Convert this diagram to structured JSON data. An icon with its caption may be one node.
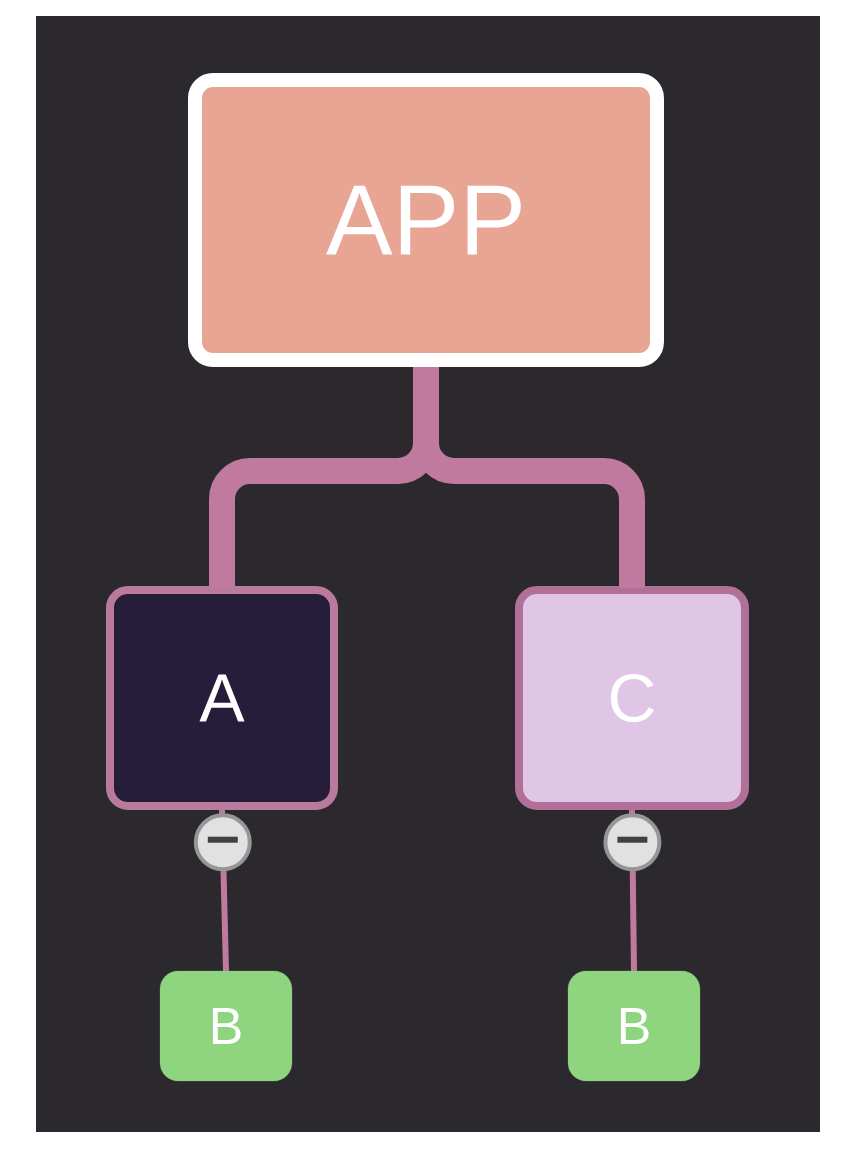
{
  "diagram": {
    "nodes": [
      {
        "text": [
          "APP"
        ]
      },
      {
        "text": [
          "A"
        ]
      },
      {
        "text": [
          "C"
        ]
      },
      {
        "text": [
          "B"
        ]
      },
      {
        "text": [
          "B"
        ]
      }
    ],
    "edges": [
      {
        "from": 0,
        "to": 1,
        "arrow": "none",
        "style": "thick"
      },
      {
        "from": 0,
        "to": 2,
        "arrow": "none",
        "style": "thick"
      },
      {
        "from": 1,
        "to": 3,
        "arrow": "other"
      },
      {
        "from": 2,
        "to": 4,
        "arrow": "other"
      }
    ]
  }
}
